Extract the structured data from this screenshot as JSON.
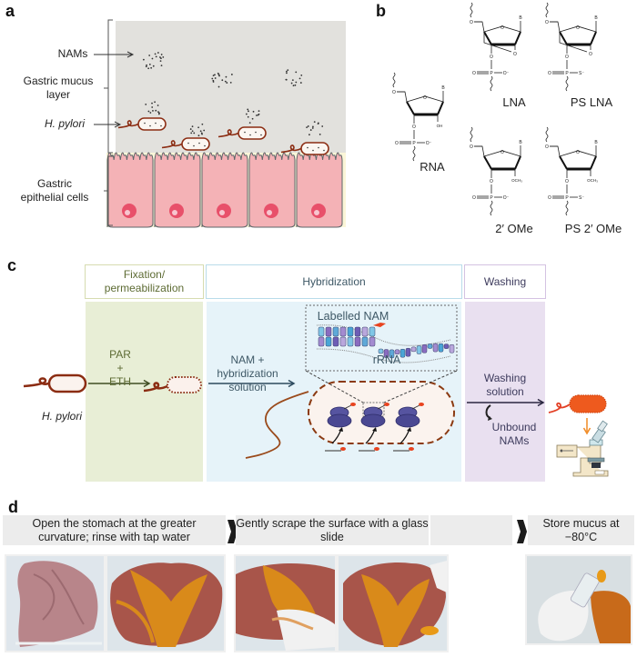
{
  "panels": {
    "a": {
      "letter": "a",
      "labels": {
        "nams": "NAMs",
        "mucus_line1": "Gastric mucus",
        "mucus_line2": "layer",
        "hpylori": "H. pylori",
        "epi_line1": "Gastric",
        "epi_line2": "epithelial cells"
      },
      "colors": {
        "mucus": "#e2e1dd",
        "cell": "#f4b2b6",
        "nucleus": "#e8506a",
        "bacteria": "#8b2c12"
      }
    },
    "b": {
      "letter": "b",
      "structures": [
        {
          "name": "RNA",
          "label": "RNA",
          "sub2": "OH",
          "charge": "O⁻"
        },
        {
          "name": "LNA",
          "label": "LNA",
          "charge": "O⁻"
        },
        {
          "name": "PS LNA",
          "label": "PS LNA",
          "charge": "S⁻"
        },
        {
          "name": "2' OMe",
          "label": "2′ OMe",
          "sub2": "OCH₃",
          "charge": "O⁻"
        },
        {
          "name": "PS 2' OMe",
          "label": "PS 2′ OMe",
          "sub2": "OCH₃",
          "charge": "S⁻"
        }
      ],
      "atoms": {
        "base": "B",
        "oxygen": "O",
        "phosphorus": "P"
      }
    },
    "c": {
      "letter": "c",
      "stages": [
        {
          "name": "fixation",
          "header_line1": "Fixation/",
          "header_line2": "permeabilization",
          "border": "#d6dcb0",
          "fill": "#e8eed6",
          "text_color": "#5d6b33"
        },
        {
          "name": "hybridization",
          "header": "Hybridization",
          "border": "#b9dcea",
          "fill": "#e6f3f9",
          "text_color": "#3e5866"
        },
        {
          "name": "washing",
          "header": "Washing",
          "border": "#d4c2e2",
          "fill": "#e9e0f0",
          "text_color": "#3c3a5c"
        }
      ],
      "texts": {
        "par": "PAR",
        "plus": "+",
        "eth": "ETH",
        "hpylori": "H. pylori",
        "nam_line1": "NAM +",
        "nam_line2": "hybridization",
        "nam_line3": "solution",
        "labelled_nam": "Labelled NAM",
        "rrna": "rRNA",
        "wash_line1": "Washing",
        "wash_line2": "solution",
        "unbound_line1": "Unbound",
        "unbound_line2": "NAMs"
      }
    },
    "d": {
      "letter": "d",
      "steps": [
        {
          "line1": "Open the stomach at the greater",
          "line2": "curvature; rinse with tap water"
        },
        {
          "line1": "Gently scrape the surface with a glass slide"
        },
        {
          "line1": "Store mucus at",
          "line2": "−80°C"
        }
      ],
      "photos": [
        {
          "name": "opened-stomach-photo"
        },
        {
          "name": "mucus-covered-stomach-photo"
        },
        {
          "name": "scraping-photo-1"
        },
        {
          "name": "scraping-photo-2"
        },
        {
          "name": "mucus-storage-tube-photo"
        }
      ]
    }
  }
}
